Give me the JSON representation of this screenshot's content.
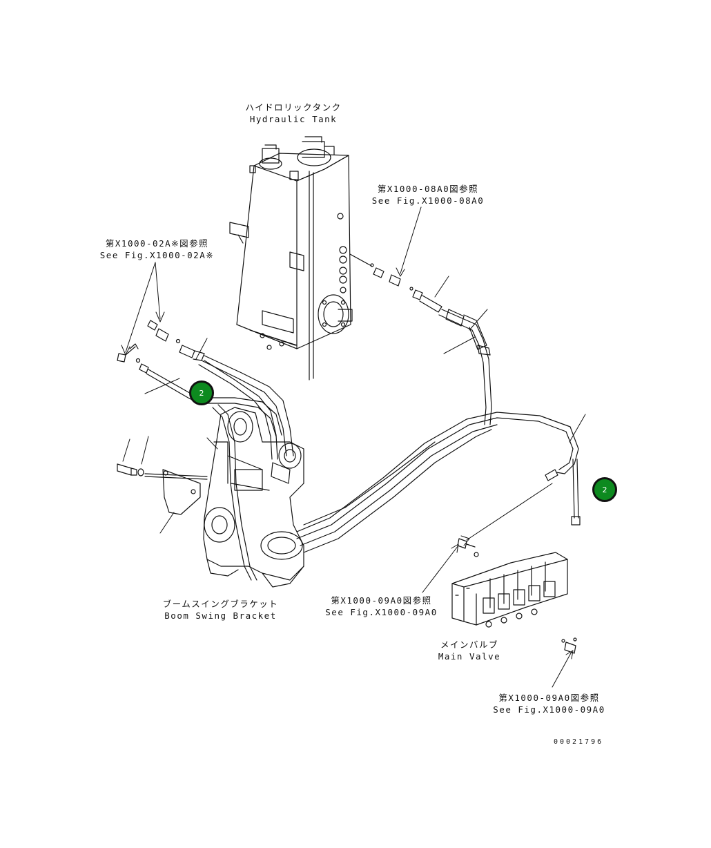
{
  "labels": {
    "hydraulic_tank": {
      "ja": "ハイドロリックタンク",
      "en": "Hydraulic Tank"
    },
    "ref_08a0": {
      "ja": "第X1000-08A0図参照",
      "en": "See Fig.X1000-08A0"
    },
    "ref_02a": {
      "ja": "第X1000-02A※図参照",
      "en": "See Fig.X1000-02A※"
    },
    "boom_swing_bracket": {
      "ja": "ブームスイングブラケット",
      "en": "Boom Swing Bracket"
    },
    "ref_09a0_upper": {
      "ja": "第X1000-09A0図参照",
      "en": "See Fig.X1000-09A0"
    },
    "main_valve": {
      "ja": "メインバルブ",
      "en": "Main Valve"
    },
    "ref_09a0_lower": {
      "ja": "第X1000-09A0図参照",
      "en": "See Fig.X1000-09A0"
    }
  },
  "callouts": [
    {
      "number": "2",
      "color": "#0d8a1f"
    },
    {
      "number": "2",
      "color": "#0d8a1f"
    }
  ],
  "document_number": "00021796"
}
